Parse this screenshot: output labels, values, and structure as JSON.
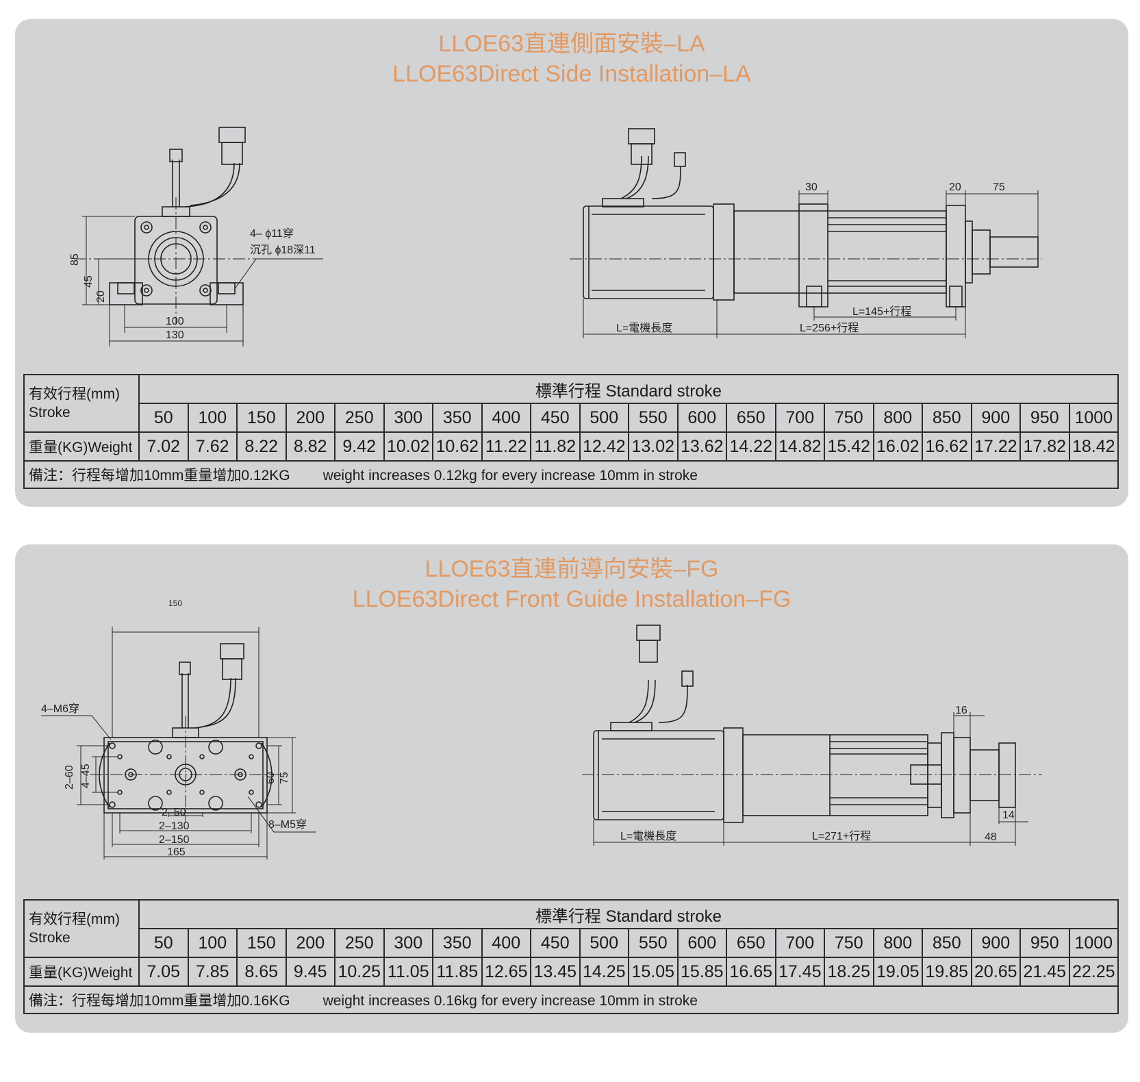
{
  "panel_la": {
    "title_cn": "LLOE63直連側面安裝–LA",
    "title_en": "LLOE63Direct  Side Installation–LA",
    "dims": {
      "d85": "85",
      "d45": "45",
      "d20": "20",
      "d100": "100",
      "d130": "130",
      "hole1": "4– ϕ11穿",
      "hole2": "沉孔 ϕ18深11",
      "d30": "30",
      "d20b": "20",
      "d75": "75",
      "motor_len": "L=電機長度",
      "l145": "L=145+行程",
      "l256": "L=256+行程"
    },
    "table": {
      "stroke_label_cn": "有效行程(mm)",
      "stroke_label_en": "Stroke",
      "std_stroke": "標準行程    Standard stroke",
      "weight_label": "重量(KG)Weight",
      "strokes": [
        "50",
        "100",
        "150",
        "200",
        "250",
        "300",
        "350",
        "400",
        "450",
        "500",
        "550",
        "600",
        "650",
        "700",
        "750",
        "800",
        "850",
        "900",
        "950",
        "1000"
      ],
      "weights": [
        "7.02",
        "7.62",
        "8.22",
        "8.82",
        "9.42",
        "10.02",
        "10.62",
        "11.22",
        "11.82",
        "12.42",
        "13.02",
        "13.62",
        "14.22",
        "14.82",
        "15.42",
        "16.02",
        "16.62",
        "17.22",
        "17.82",
        "18.42"
      ],
      "note_cn": "備注：行程每增加10mm重量增加0.12KG",
      "note_en": "weight increases 0.12kg for every increase 10mm in stroke"
    }
  },
  "panel_fg": {
    "title_cn": "LLOE63直連前導向安裝–FG",
    "title_en": "LLOE63Direct Front Guide Installation–FG",
    "dims": {
      "d150": "150",
      "m6": "4–M6穿",
      "d260": "2–60",
      "d445": "4–45",
      "d60": "60",
      "d75": "75",
      "d250": "2–50",
      "d2130": "2–130",
      "d2150": "2–150",
      "d165": "165",
      "m5": "8–M5穿",
      "d16": "16",
      "d14": "14",
      "d48": "48",
      "motor_len": "L=電機長度",
      "l271": "L=271+行程"
    },
    "table": {
      "stroke_label_cn": "有效行程(mm)",
      "stroke_label_en": "Stroke",
      "std_stroke": "標準行程    Standard stroke",
      "weight_label": "重量(KG)Weight",
      "strokes": [
        "50",
        "100",
        "150",
        "200",
        "250",
        "300",
        "350",
        "400",
        "450",
        "500",
        "550",
        "600",
        "650",
        "700",
        "750",
        "800",
        "850",
        "900",
        "950",
        "1000"
      ],
      "weights": [
        "7.05",
        "7.85",
        "8.65",
        "9.45",
        "10.25",
        "11.05",
        "11.85",
        "12.65",
        "13.45",
        "14.25",
        "15.05",
        "15.85",
        "16.65",
        "17.45",
        "18.25",
        "19.05",
        "19.85",
        "20.65",
        "21.45",
        "22.25"
      ],
      "note_cn": "備注：行程每增加10mm重量增加0.16KG",
      "note_en": "weight increases 0.16kg for every increase 10mm in stroke"
    }
  }
}
